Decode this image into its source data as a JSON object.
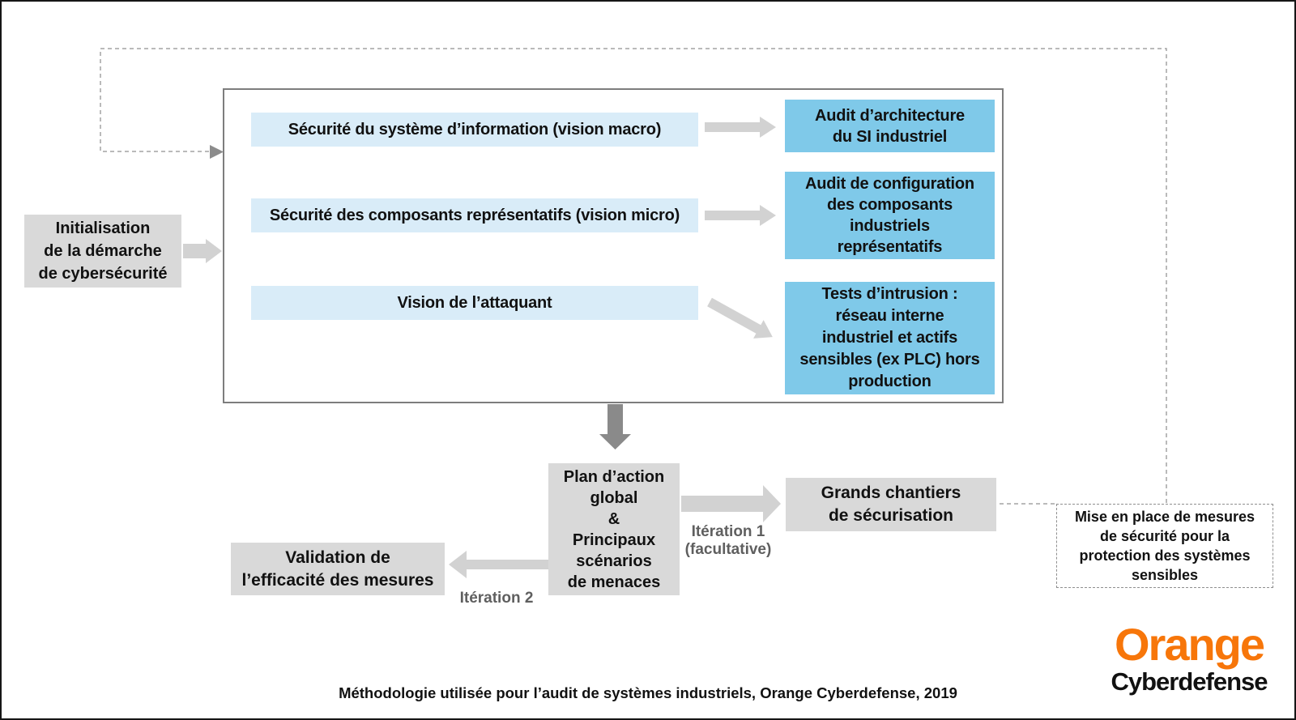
{
  "colors": {
    "scope_box_blue": "#d9ecf8",
    "audit_box_blue": "#7fc9e9",
    "process_box_gray": "#d9d9d9",
    "arrow_light_gray": "#d2d2d2",
    "arrow_dark_gray": "#8a8a8a",
    "dashed_line_gray": "#a3a3a3",
    "iteration_text_gray": "#5f5f5f",
    "brand_orange": "#f7760a"
  },
  "flow": {
    "init_box": "Initialisation\nde la démarche\nde cybersécurité",
    "assessment_panel": {
      "rows": [
        {
          "scope": "Sécurité du système d’information (vision macro)",
          "audit": "Audit d’architecture\ndu SI industriel"
        },
        {
          "scope": "Sécurité des composants représentatifs (vision micro)",
          "audit": "Audit de configuration\ndes composants\nindustriels\nreprésentatifs"
        },
        {
          "scope": "Vision de l’attaquant",
          "audit": "Tests d’intrusion :\nréseau interne\nindustriel et actifs\nsensibles (ex PLC) hors\nproduction"
        }
      ]
    },
    "plan_box": "Plan d’action\nglobal\n&\nPrincipaux\nscénarios\nde menaces",
    "grands_chantiers_box": "Grands chantiers\nde sécurisation",
    "validation_box": "Validation de\nl’efficacité des mesures",
    "mise_en_place_box": "Mise en place de mesures\nde sécurité pour la\nprotection des systèmes\nsensibles",
    "labels": {
      "iteration1": "Itération 1\n(facultative)",
      "iteration2": "Itération 2"
    }
  },
  "caption": "Méthodologie utilisée pour l’audit de systèmes industriels, Orange Cyberdefense, 2019",
  "logo": {
    "brand": "Orange",
    "division": "Cyberdefense"
  }
}
